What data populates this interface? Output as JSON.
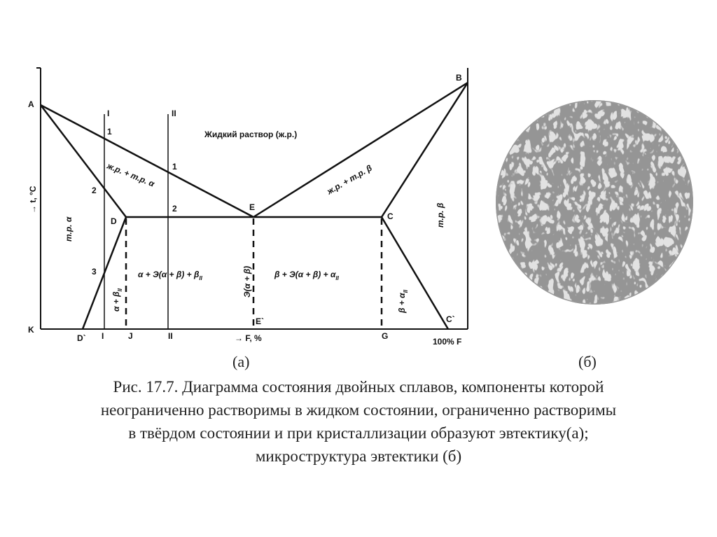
{
  "points": {
    "A": "A",
    "B": "B",
    "C": "C",
    "C2": "C`",
    "D": "D",
    "D2": "D`",
    "E": "E",
    "E2": "E`",
    "G": "G",
    "J": "J",
    "K": "K"
  },
  "axes": {
    "y_label": "→ t, °C",
    "x_label": "→ F, %",
    "x_end": "100% F"
  },
  "alloys": {
    "I": "I",
    "II": "II",
    "i1": "1",
    "i2": "2",
    "i3": "3",
    "ii1": "1",
    "ii2": "2"
  },
  "regions": {
    "liquid": "Жидкий раствор (ж.р.)",
    "liq_alpha": "ж.р. + т.р.",
    "liq_beta": "ж.р. + т.р.",
    "solid_alpha": "т.р.",
    "solid_beta": "т.р.",
    "alpha_beta_ii": "α + β",
    "left_mix": "α + Э(α + β) + β",
    "eutectic": "Э(α + β)",
    "right_mix": "β + Э(α + β) + α",
    "beta_alpha_ii": "β + α",
    "alpha": "α",
    "beta": "β",
    "sub_ii": "II"
  },
  "captions": {
    "a": "(а)",
    "b": "(б)",
    "line1": "Рис. 17.7. Диаграмма состояния двойных сплавов, компоненты которой",
    "line2": "неограниченно растворимы в жидком состоянии, ограниченно растворимы",
    "line3": "в твёрдом состоянии и при кристаллизации образуют эвтектику(а);",
    "line4": "микроструктура эвтектики (б)"
  },
  "micrograph": {
    "icon": "eutectic-microstructure-image",
    "tone": "#5a5a5a"
  }
}
